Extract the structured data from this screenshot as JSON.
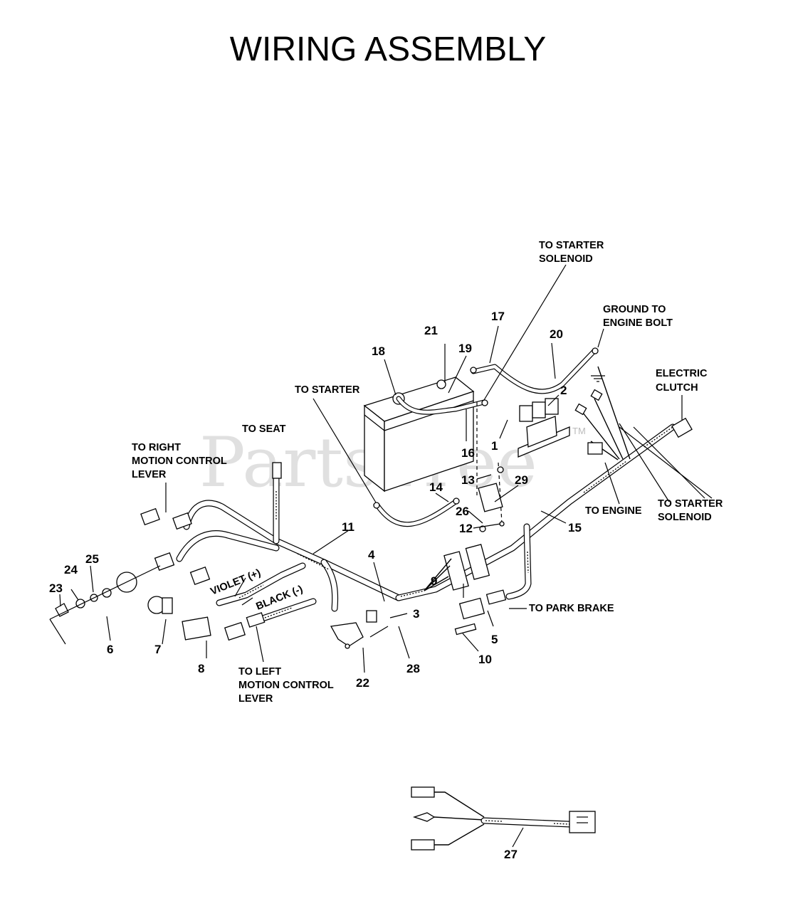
{
  "title": "WIRING ASSEMBLY",
  "watermark": {
    "text": "PartsTree",
    "trademark": "TM"
  },
  "callouts": [
    "1",
    "2",
    "3",
    "4",
    "5",
    "6",
    "7",
    "8",
    "9",
    "10",
    "11",
    "12",
    "13",
    "14",
    "15",
    "16",
    "17",
    "18",
    "19",
    "20",
    "21",
    "22",
    "23",
    "24",
    "25",
    "26",
    "27",
    "28",
    "29"
  ],
  "labels": {
    "to_starter_solenoid_top": [
      "TO STARTER",
      "SOLENOID"
    ],
    "ground_to_engine_bolt": [
      "GROUND TO",
      "ENGINE BOLT"
    ],
    "electric_clutch": [
      "ELECTRIC",
      "CLUTCH"
    ],
    "to_starter": "TO STARTER",
    "to_seat": "TO SEAT",
    "to_right_motion_control_lever": [
      "TO RIGHT",
      "MOTION CONTROL",
      "LEVER"
    ],
    "to_engine": "TO ENGINE",
    "to_starter_solenoid_right": [
      "TO STARTER",
      "SOLENOID"
    ],
    "violet": "VIOLET (+)",
    "black": "BLACK (-)",
    "to_park_brake": "TO PARK BRAKE",
    "to_left_motion_control_lever": [
      "TO LEFT",
      "MOTION CONTROL",
      "LEVER"
    ]
  }
}
